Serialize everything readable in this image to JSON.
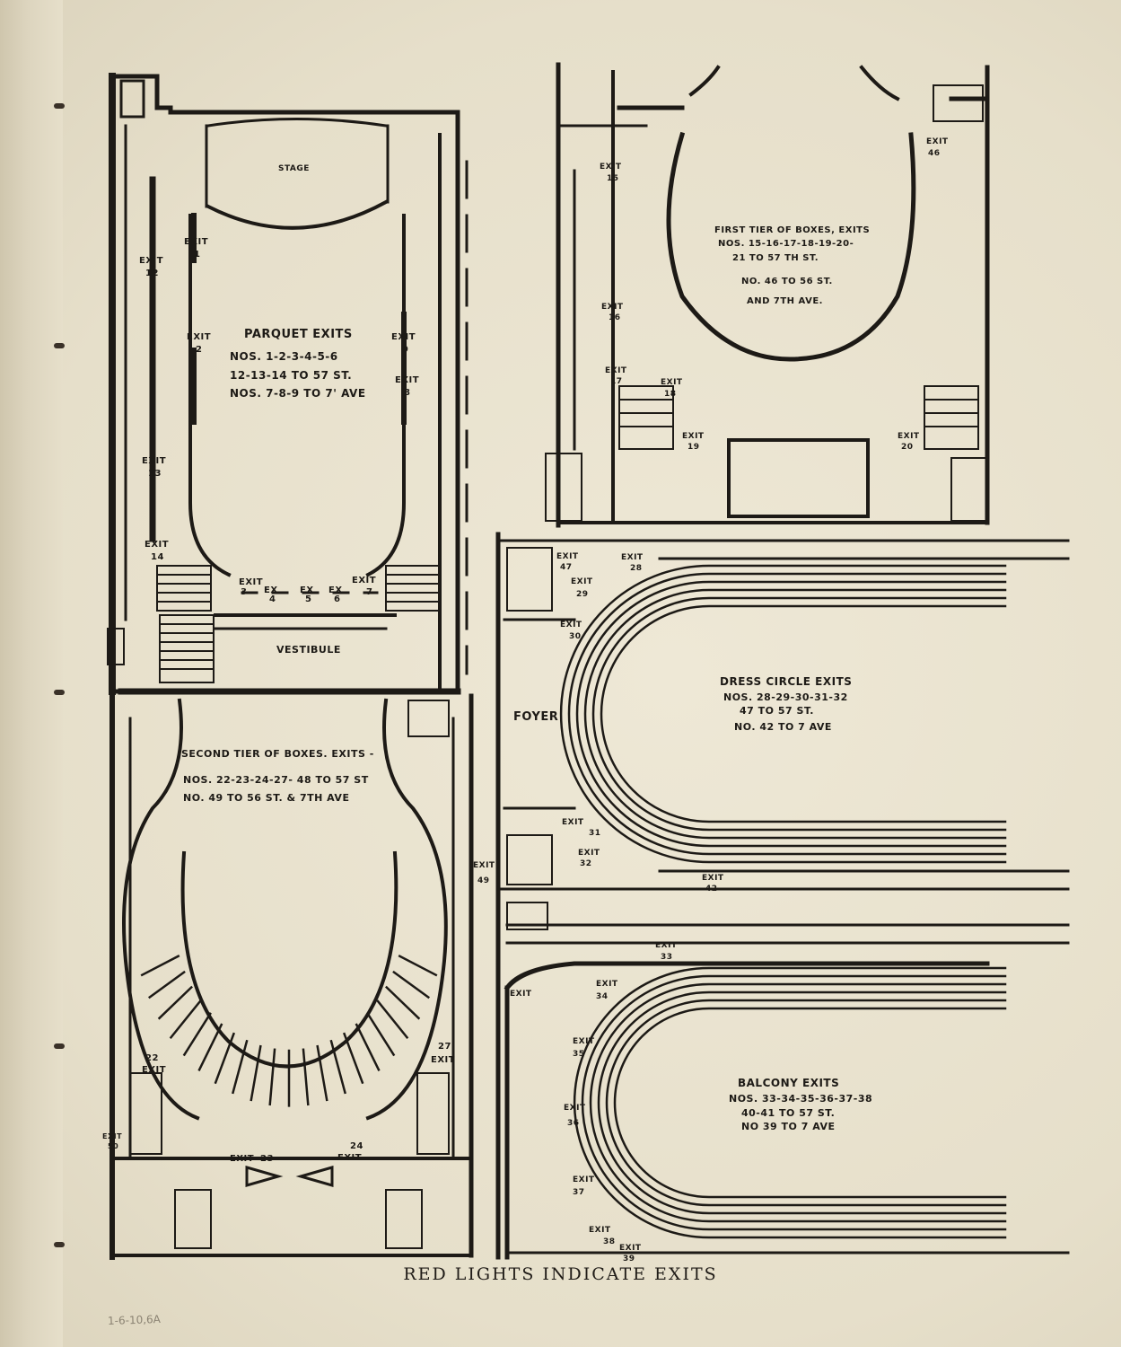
{
  "caption": "RED LIGHTS INDICATE EXITS",
  "pencil_note": "1-6-10,6A",
  "colors": {
    "ink": "#1d1a16",
    "paper": "#e9e2cf"
  },
  "parquet": {
    "stage": "STAGE",
    "vestibule": "VESTIBULE",
    "heading": "PARQUET EXITS",
    "line1": "NOS. 1-2-3-4-5-6",
    "line2": "12-13-14 TO 57 ST.",
    "line3": "NOS. 7-8-9 TO 7' AVE",
    "exit_word": "EXIT",
    "ex_word": "EX",
    "exits": [
      "1",
      "2",
      "3",
      "4",
      "5",
      "6",
      "7",
      "8",
      "9",
      "12",
      "13",
      "14"
    ]
  },
  "first_tier": {
    "heading": "FIRST TIER OF BOXES, EXITS",
    "line1": "NOS. 15-16-17-18-19-20-",
    "line2": "21 TO 57 TH ST.",
    "line3": "NO. 46 TO 56 ST.",
    "line4": "AND 7TH AVE.",
    "exit_word": "EXIT",
    "exits": [
      "15",
      "16",
      "17",
      "18",
      "19",
      "20",
      "46"
    ]
  },
  "dress_circle": {
    "foyer": "FOYER",
    "heading": "DRESS CIRCLE EXITS",
    "line1": "NOS. 28-29-30-31-32",
    "line2": "47 TO 57 ST.",
    "line3": "NO. 42 TO 7 AVE",
    "exit_word": "EXIT",
    "exits": [
      "47",
      "28",
      "29",
      "30",
      "31",
      "32",
      "42"
    ]
  },
  "second_tier": {
    "heading": "SECOND TIER OF BOXES. EXITS -",
    "line1": "NOS. 22-23-24-27- 48 TO 57 ST",
    "line2": "NO. 49 TO 56 ST. & 7TH AVE",
    "exit_word": "EXIT",
    "exits": [
      "22",
      "23",
      "24",
      "27",
      "49",
      "50"
    ]
  },
  "balcony": {
    "heading": "BALCONY EXITS",
    "line1": "NOS. 33-34-35-36-37-38",
    "line2": "40-41 TO 57 ST.",
    "line3": "NO 39 TO 7 AVE",
    "exit_word": "EXIT",
    "exits": [
      "33",
      "34",
      "35",
      "36",
      "37",
      "38",
      "39"
    ]
  }
}
